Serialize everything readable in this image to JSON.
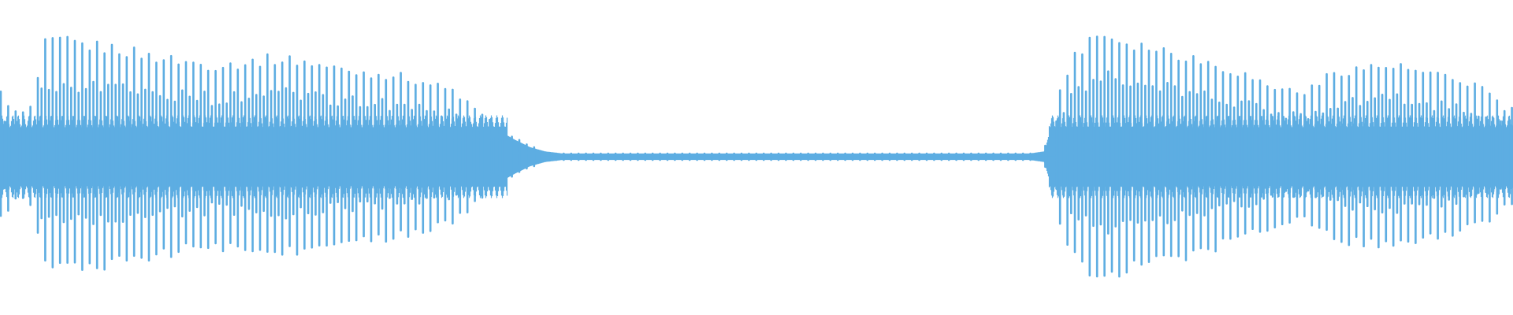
{
  "waveform": {
    "color": "#5dade2",
    "background": "#ffffff",
    "envelope": {
      "t": [
        0.0,
        0.012,
        0.024,
        0.026,
        0.03,
        0.04,
        0.06,
        0.08,
        0.1,
        0.12,
        0.14,
        0.16,
        0.18,
        0.2,
        0.22,
        0.24,
        0.26,
        0.28,
        0.3,
        0.31,
        0.32,
        0.33,
        0.34,
        0.35,
        0.36,
        0.372,
        0.38,
        0.4,
        0.5,
        0.6,
        0.68,
        0.69,
        0.695,
        0.7,
        0.705,
        0.71,
        0.72,
        0.73,
        0.74,
        0.76,
        0.78,
        0.8,
        0.82,
        0.84,
        0.86,
        0.87,
        0.88,
        0.9,
        0.92,
        0.94,
        0.96,
        0.98,
        0.995,
        1.0
      ],
      "a": [
        0.55,
        0.35,
        0.45,
        0.9,
        0.96,
        0.99,
        0.95,
        0.92,
        0.86,
        0.82,
        0.78,
        0.8,
        0.84,
        0.82,
        0.76,
        0.72,
        0.7,
        0.64,
        0.56,
        0.45,
        0.34,
        0.24,
        0.16,
        0.09,
        0.05,
        0.03,
        0.03,
        0.03,
        0.03,
        0.03,
        0.03,
        0.05,
        0.3,
        0.55,
        0.72,
        0.85,
        1.02,
        1.06,
        1.0,
        0.94,
        0.88,
        0.8,
        0.72,
        0.6,
        0.55,
        0.6,
        0.72,
        0.76,
        0.78,
        0.72,
        0.66,
        0.6,
        0.4,
        0.4
      ]
    }
  }
}
